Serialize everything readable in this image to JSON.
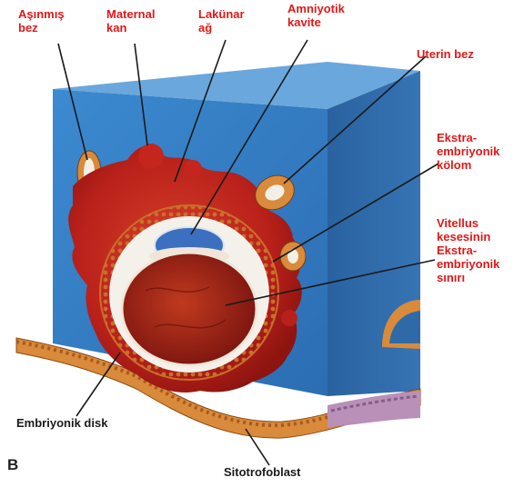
{
  "figure_letter": "B",
  "labels": {
    "worn_gland": [
      "Aşınmış",
      "bez"
    ],
    "maternal_blood": [
      "Maternal",
      "kan"
    ],
    "lacunar_network": [
      "Lakünar",
      "ağ"
    ],
    "amniotic_cavity": [
      "Amniyotik",
      "kavite"
    ],
    "uterine_gland": "Uterin bez",
    "extraembryonic_coelom": [
      "Ekstra-",
      "embriyonik",
      "kölom"
    ],
    "yolk_sac_extraembryonic_border": [
      "Vitellus",
      "kesesinin",
      "Ekstra-",
      "embriyonik",
      "sınırı"
    ],
    "embryonic_disc": "Embriyonik disk",
    "syncytiotrophoblast": "Sitotrofoblast"
  },
  "colors": {
    "label_red": "#e01818",
    "endometrium_front": "#3f86cc",
    "endometrium_side": "#2f6aa8",
    "trophoblast": "#c4251c",
    "epithelium": "#d98a3a"
  }
}
